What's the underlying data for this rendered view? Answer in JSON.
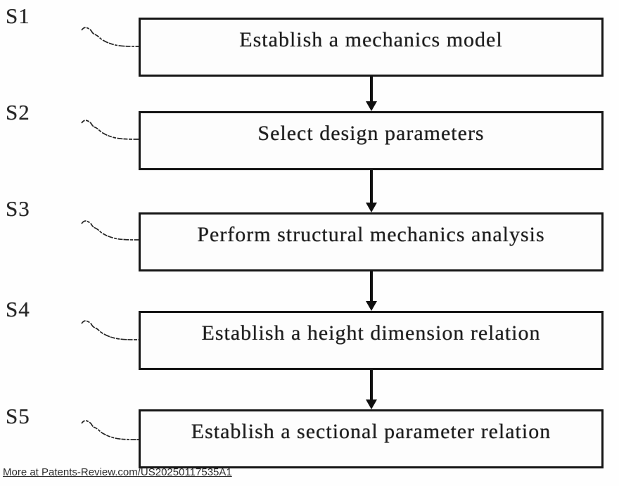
{
  "diagram": {
    "type": "flowchart",
    "steps": [
      {
        "tag": "S1",
        "text": "Establish a mechanics model"
      },
      {
        "tag": "S2",
        "text": "Select design parameters"
      },
      {
        "tag": "S3",
        "text": "Perform structural mechanics analysis"
      },
      {
        "tag": "S4",
        "text": "Establish a height dimension relation"
      },
      {
        "tag": "S5",
        "text": "Establish a sectional parameter relation"
      }
    ],
    "connections": [
      "S1->S2",
      "S2->S3",
      "S3->S4",
      "S4->S5"
    ]
  },
  "footer": {
    "link_text": "More at Patents-Review.com/US20250117535A1"
  },
  "colors": {
    "ink": "#161616",
    "text": "#1e1e1e",
    "footer_text": "#2e2e2e",
    "background": "#fefefe"
  }
}
